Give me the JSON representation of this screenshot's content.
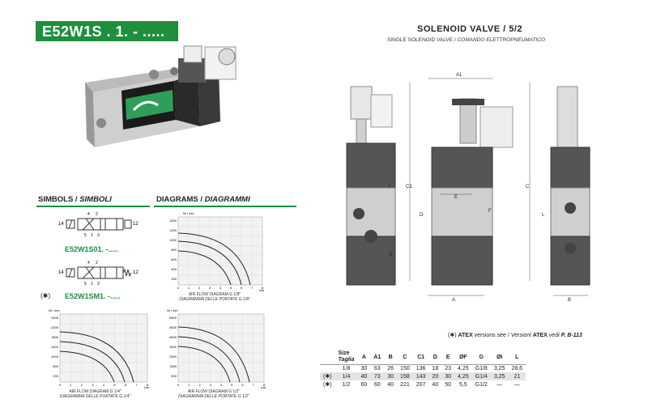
{
  "product_code": "E52W1S . 1. - .....",
  "valve_title": "SOLENOID VALVE /  5/2",
  "valve_subtitle": "SINGLE SOLENOID VALVE / ",
  "valve_subtitle_it": "COMANDO ELETTROPNEUMATICO",
  "symbols_head": "SIMBOLS / ",
  "symbols_head_it": "SIMBOLI",
  "diagrams_head": "DIAGRAMS / ",
  "diagrams_head_it": "DIAGRAMMI",
  "symbol1_code": "E52W1S01. -.....",
  "symbol2_mark": "(✱)",
  "symbol2_code": "E52W1SM1. -.....",
  "port_labels": {
    "p14": "14",
    "p12": "12",
    "p4": "4",
    "p2": "2",
    "p5": "5",
    "p1": "1",
    "p3": "3"
  },
  "atex_mark": "(✱)",
  "atex_note_1": "ATEX",
  "atex_note_2": " versions see / ",
  "atex_note_3": "Versioni ",
  "atex_note_4": "ATEX",
  "atex_note_5": " vedi ",
  "atex_note_6": "P. B-113",
  "dimension_letters": [
    "A1",
    "C1",
    "C",
    "E",
    "D",
    "F",
    "I",
    "L",
    "G",
    "A",
    "B"
  ],
  "diagrams": [
    {
      "caption": "AIR FLOW DIAGRAM G 1/8\"",
      "caption_it": "DIAGRAMMA DELLE PORTATE G 1/8\"",
      "unit": "Nl / min",
      "yticks": [
        "1400",
        "1200",
        "1000",
        "800",
        "600",
        "400",
        "200"
      ],
      "xticks": [
        "0",
        "1",
        "2",
        "3",
        "4",
        "5",
        "6",
        "7",
        "8"
      ],
      "xunit": "bar"
    },
    {
      "caption": "AIR FLOW DIAGRAM G 1/4\"",
      "caption_it": "DIAGRAMMA DELLE PORTATE G 1/4\"",
      "unit": "Nl / min",
      "yticks": [
        "2400",
        "2200",
        "1800",
        "1400",
        "1000",
        "600",
        "200"
      ],
      "xticks": [
        "0",
        "1",
        "2",
        "3",
        "4",
        "5",
        "6",
        "7",
        "8"
      ],
      "xunit": "bar"
    },
    {
      "caption": "AIR FLOW DIAGRAM G 1/2\"",
      "caption_it": "DIAGRAMMA DELLE PORTATE G 1/2\"",
      "unit": "Nl / min",
      "yticks": [
        "6500",
        "5500",
        "4500",
        "3500",
        "2500",
        "1500",
        "500"
      ],
      "xticks": [
        "0",
        "1",
        "2",
        "3",
        "4",
        "5",
        "6",
        "7",
        "8"
      ],
      "xunit": "bar"
    }
  ],
  "table": {
    "size_head": "Size",
    "size_head_it": "Taglia",
    "columns": [
      "A",
      "A1",
      "B",
      "C",
      "C1",
      "D",
      "E",
      "ØF",
      "G",
      "ØI",
      "L"
    ],
    "rows": [
      {
        "mark": "",
        "size": "1/8",
        "cells": [
          "30",
          "63",
          "26",
          "150",
          "136",
          "18",
          "23",
          "4,25",
          "G1/8",
          "3,25",
          "28,6"
        ]
      },
      {
        "mark": "(✱)",
        "size": "1/4",
        "cells": [
          "40",
          "73",
          "30",
          "158",
          "143",
          "20",
          "30",
          "4,25",
          "G1/4",
          "3,25",
          "21"
        ]
      },
      {
        "mark": "(✱)",
        "size": "1/2",
        "cells": [
          "60",
          "60",
          "40",
          "221",
          "207",
          "40",
          "50",
          "5,5",
          "G1/2",
          "—",
          "—"
        ]
      }
    ]
  },
  "colors": {
    "brand_green": "#1e8f3e"
  }
}
